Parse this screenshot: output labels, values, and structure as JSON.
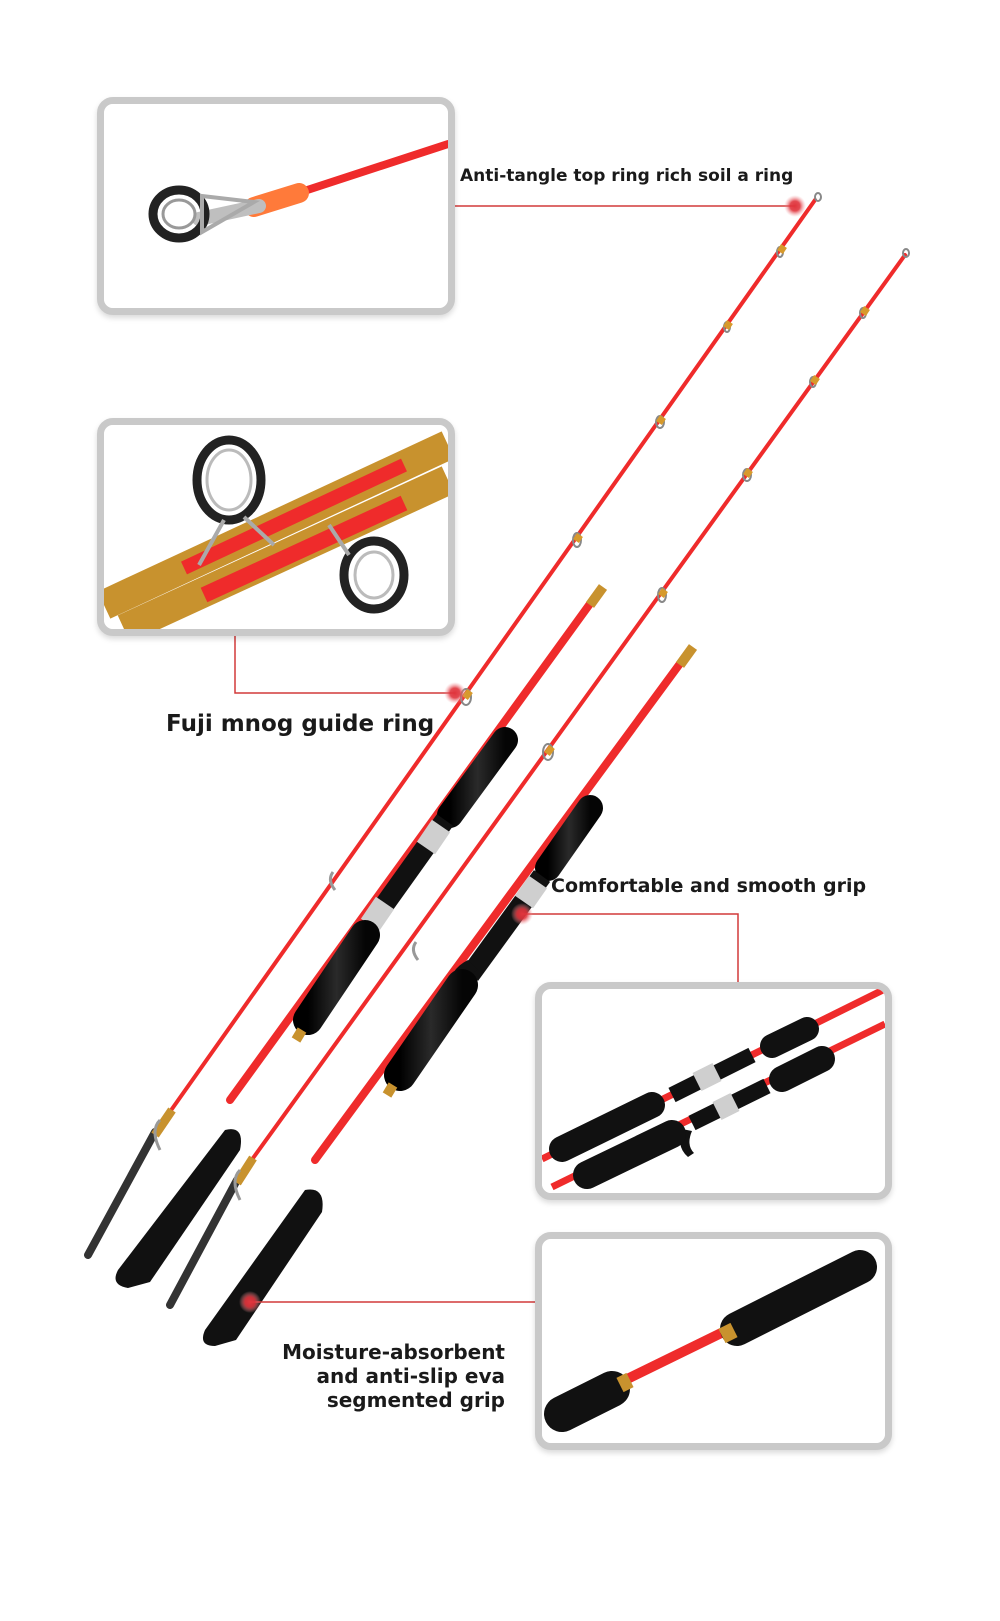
{
  "callouts": {
    "top_ring": "Anti-tangle top ring rich soil a ring",
    "guide_ring": "Fuji mnog guide ring",
    "grip": "Comfortable and smooth grip",
    "eva_line1": "Moisture-absorbent",
    "eva_line2": "and anti-slip eva",
    "eva_line3": "segmented grip"
  },
  "colors": {
    "rod_red": "#ef2b2b",
    "foam_black": "#151515",
    "cork_gold": "#c8922e",
    "leader_line": "#d23a3a",
    "marker_dot": "#e0353d",
    "frame_border": "#c9c9c9"
  }
}
